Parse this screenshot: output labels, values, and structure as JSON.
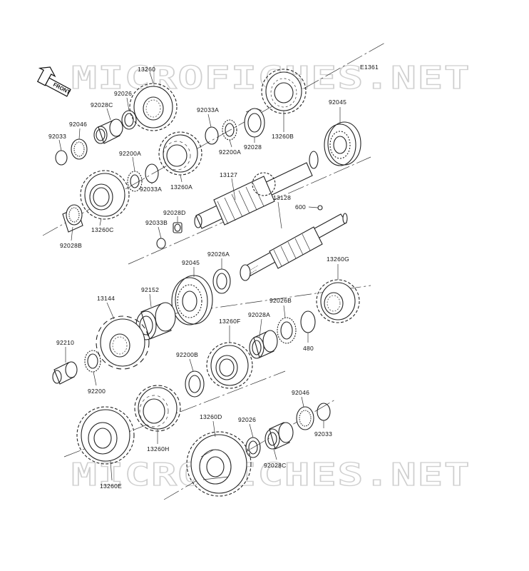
{
  "diagram": {
    "code": "E1361",
    "front_label": "FRONT",
    "watermark_top": "MICROFICHES.NET",
    "watermark_bottom": "MICROFICHES.NET",
    "labels": {
      "l13260": "13260",
      "l92026a": "92026",
      "l92028c_a": "92028C",
      "l92046_a": "92046",
      "l92033_a": "92033",
      "l92200a_a": "92200A",
      "l92033a_a": "92033A",
      "l13260a": "13260A",
      "l92033a_b": "92033A",
      "l92200a_b": "92200A",
      "l92028": "92028",
      "l13260b": "13260B",
      "l92045_a": "92045",
      "l13127": "13127",
      "l600": "600",
      "l13128": "13128",
      "l92028d": "92028D",
      "l92033b": "92033B",
      "l13260c": "13260C",
      "l92028b": "92028B",
      "l92045_b": "92045",
      "l92026a_b": "92026A",
      "l13260g": "13260G",
      "l92152": "92152",
      "l13144": "13144",
      "l92026b": "92026B",
      "l92028a": "92028A",
      "l13260f": "13260F",
      "l480": "480",
      "l92210": "92210",
      "l92200b": "92200B",
      "l92200": "92200",
      "l92046_b": "92046",
      "l92033_b": "92033",
      "l13260h": "13260H",
      "l13260d": "13260D",
      "l92026_b": "92026",
      "l92028c_b": "92028C",
      "l13260e": "13260E"
    }
  }
}
